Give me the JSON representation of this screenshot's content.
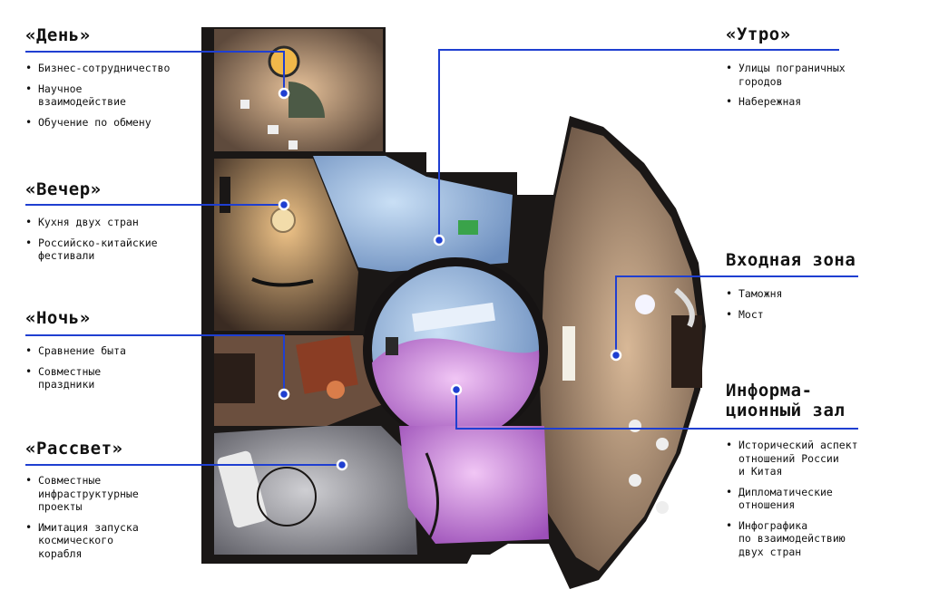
{
  "zones": {
    "day": {
      "title": "«День»",
      "items": [
        "Бизнес-сотрудничество",
        "Научное\nвзаимодействие",
        "Обучение по обмену"
      ]
    },
    "evening": {
      "title": "«Вечер»",
      "items": [
        "Кухня двух стран",
        "Российско-китайские\nфестивали"
      ]
    },
    "night": {
      "title": "«Ночь»",
      "items": [
        "Сравнение быта",
        "Совместные\nпраздники"
      ]
    },
    "dawn": {
      "title": "«Рассвет»",
      "items": [
        "Совместные\nинфраструктурные\nпроекты",
        "Имитация запуска\nкосмического\nкорабля"
      ]
    },
    "morning": {
      "title": "«Утро»",
      "items": [
        "Улицы пограничных\nгородов",
        "Набережная"
      ]
    },
    "entrance": {
      "title": "Входная зона",
      "items": [
        "Таможня",
        "Мост"
      ]
    },
    "info": {
      "title": "Информа-\nционный зал",
      "items": [
        "Исторический аспект\nотношений России\nи Китая",
        "Дипломатические\nотношения",
        "Инфографика\nпо взаимодействию\nдвух стран"
      ]
    }
  },
  "colors": {
    "accent": "#1f3fd1",
    "plan_dark": "#1a1716",
    "warm": "#c89a6a",
    "blue": "#8fb4e0",
    "purple": "#c27fd6"
  }
}
